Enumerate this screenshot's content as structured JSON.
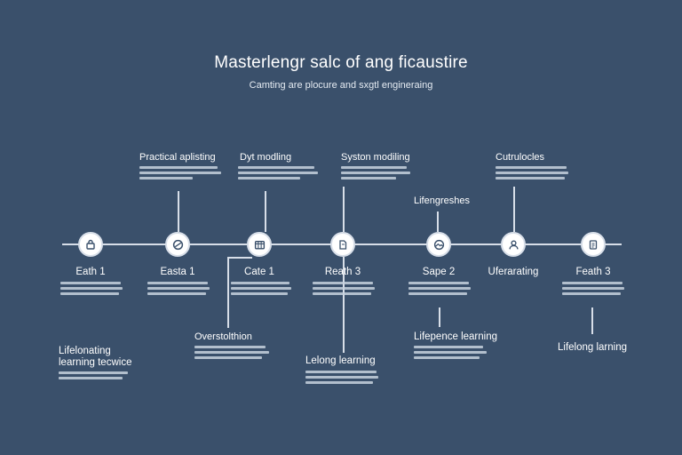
{
  "header": {
    "title": "Masterlengr salc of ang ficaustire",
    "subtitle": "Camting are plocure and sxgtl engineraing"
  },
  "stages": [
    {
      "icon": "lock-icon",
      "label": "Eath 1"
    },
    {
      "icon": "globe-icon",
      "label": "Easta 1"
    },
    {
      "icon": "grid-icon",
      "label": "Cate 1"
    },
    {
      "icon": "document-icon",
      "label": "Reath 3"
    },
    {
      "icon": "image-icon",
      "label": "Sape 2"
    },
    {
      "icon": "user-icon",
      "label": "Uferarating"
    },
    {
      "icon": "file-icon",
      "label": "Feath 3"
    }
  ],
  "callouts": {
    "practical": {
      "title": "Practical aplisting"
    },
    "modeling": {
      "title": "Dyt modling"
    },
    "system": {
      "title": "Syston modiling"
    },
    "lifengreshes": {
      "title": "Lifengreshes"
    },
    "cutrulocles": {
      "title": "Cutrulocles"
    },
    "lifelong_service": {
      "title_1": "Lifelonating",
      "title_2": "learning tecwice"
    },
    "overstolthion": {
      "title": "Overstolthion"
    },
    "lelong": {
      "title": "Lelong learning"
    },
    "lifepence": {
      "title": "Lifepence learning"
    },
    "lifelong": {
      "title": "Lifelong larning"
    }
  }
}
